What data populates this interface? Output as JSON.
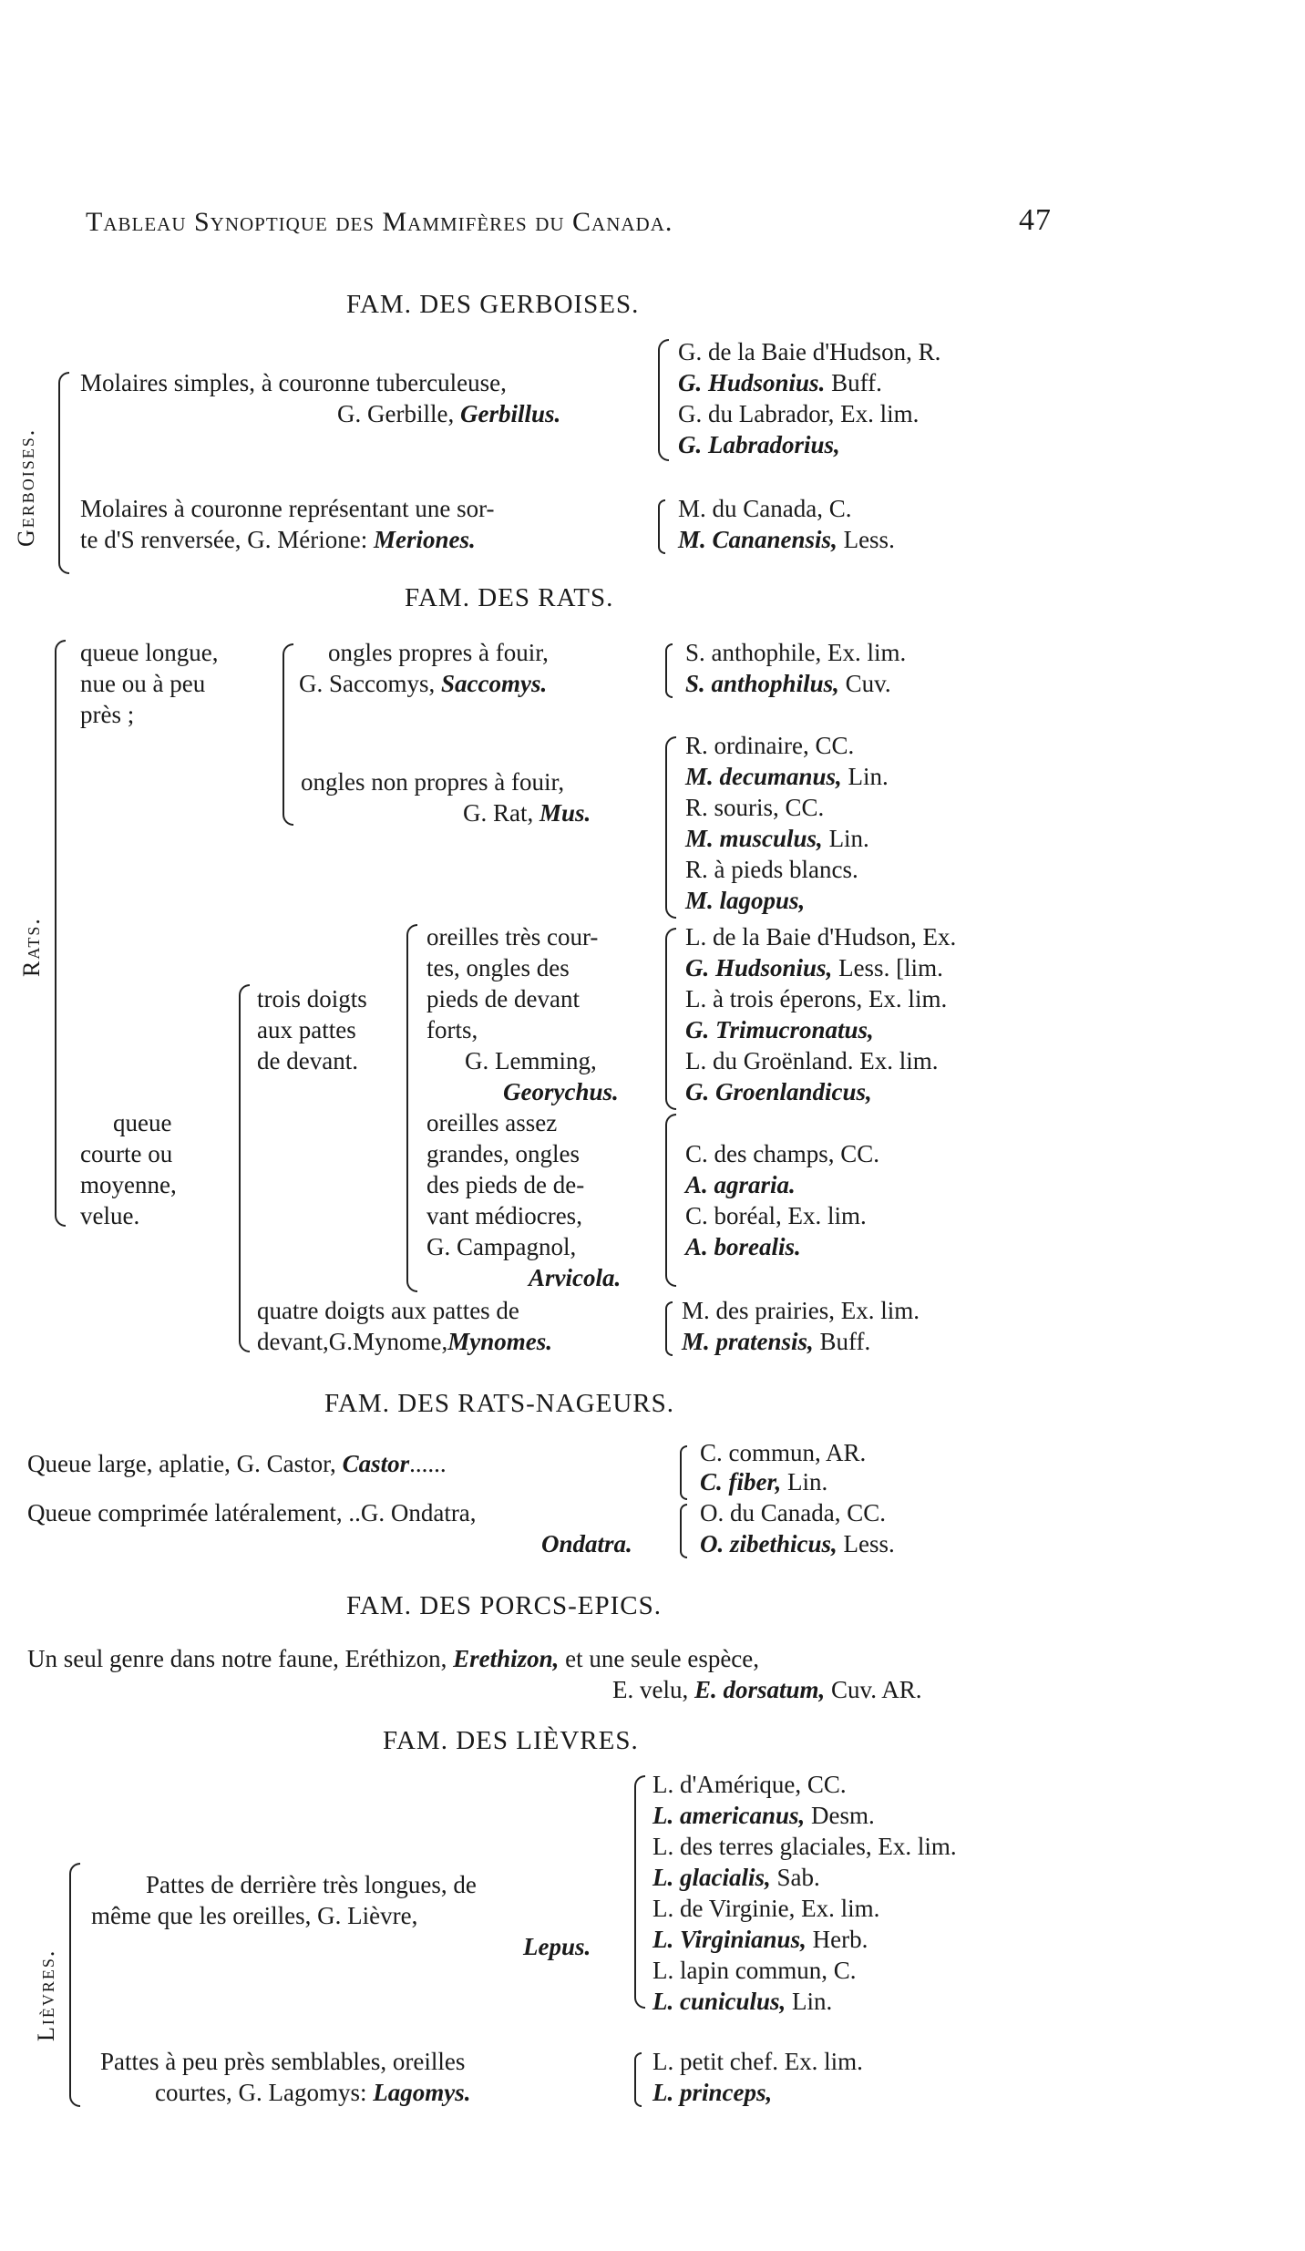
{
  "header": {
    "title": "Tableau Synoptique des Mammifères du Canada.",
    "page_number": "47"
  },
  "gerboises": {
    "heading": "FAM. DES GERBOISES.",
    "side_label": "Gerboises.",
    "g1_line1": "Molaires simples, à couronne tuberculeuse,",
    "g1_line2_pre": "G. Gerbille, ",
    "g1_line2_genus": "Gerbillus.",
    "s1": "G. de la Baie d'Hudson, R.",
    "s2": "G. Hudsonius.",
    "s2_auth": " Buff.",
    "s3": "G. du Labrador, Ex. lim.",
    "s4": "G. Labradorius,",
    "g2_line1": "Molaires à couronne représentant une sor-",
    "g2_line2_pre": "te d'S renversée, G. Mérione: ",
    "g2_line2_genus": "Meriones.",
    "s5": "M. du Canada, C.",
    "s6": "M. Cananensis,",
    "s6_auth": " Less."
  },
  "rats": {
    "heading": "FAM. DES RATS.",
    "side_label": "Rats.",
    "ql_1": "queue longue,",
    "ql_2": "nue ou à peu",
    "ql_3": "près ;",
    "o1_1": "ongles propres à fouir,",
    "o1_2_pre": "G. Saccomys, ",
    "o1_2_genus": "Saccomys.",
    "sa1": "S. anthophile, Ex. lim.",
    "sa2": "S. anthophilus,",
    "sa2_auth": " Cuv.",
    "o2_1": "ongles non propres à fouir,",
    "o2_2_pre": "G. Rat, ",
    "o2_2_genus": "Mus.",
    "m1": "R. ordinaire, CC.",
    "m2": "M. decumanus,",
    "m2_auth": " Lin.",
    "m3": "R. souris, CC.",
    "m4": "M. musculus,",
    "m4_auth": " Lin.",
    "m5": "R. à pieds blancs.",
    "m6": "M. lagopus,",
    "qc_1": "queue",
    "qc_2": "courte ou",
    "qc_3": "moyenne,",
    "qc_4": "velue.",
    "td_1": "trois doigts",
    "td_2": "aux pattes",
    "td_3": "de devant.",
    "oc_1": "oreilles très cour-",
    "oc_2": "tes, ongles des",
    "oc_3": "pieds de devant",
    "oc_4": "forts,",
    "oc_5": "G. Lemming,",
    "oc_6": "Georychus.",
    "l1": "L. de la Baie d'Hudson, Ex.",
    "l2": "G. Hudsonius,",
    "l2_auth": " Less. [lim.",
    "l3": "L. à trois éperons, Ex. lim.",
    "l4": "G. Trimucronatus,",
    "l5": "L. du Groënland. Ex. lim.",
    "l6": "G. Groenlandicus,",
    "oa_1": "oreilles assez",
    "oa_2": "grandes, ongles",
    "oa_3": "des pieds de de-",
    "oa_4": "vant médiocres,",
    "oa_5": "G. Campagnol,",
    "oa_6": "Arvicola.",
    "c1": "C. des champs, CC.",
    "c2": "A. agraria.",
    "c3": "C. boréal, Ex. lim.",
    "c4": "A. borealis.",
    "qd_1": "quatre doigts aux pattes de",
    "qd_2_pre": "devant,G.Mynome,",
    "qd_2_genus": "Mynomes.",
    "my1": "M. des prairies, Ex. lim.",
    "my2": "M. pratensis,",
    "my2_auth": " Buff."
  },
  "ratsnageurs": {
    "heading": "FAM. DES RATS-NAGEURS.",
    "r1_pre": "Queue large, aplatie, G. Castor, ",
    "r1_genus": "Castor",
    "r1_dots": "......",
    "c1": "C. commun, AR.",
    "c2": "C. fiber,",
    "c2_auth": " Lin.",
    "r2": "Queue comprimée latéralement, ..G. Ondatra,",
    "r2_genus": "Ondatra.",
    "o1": "O. du Canada, CC.",
    "o2": "O. zibethicus,",
    "o2_auth": " Less."
  },
  "porcsepics": {
    "heading": "FAM. DES PORCS-EPICS.",
    "line1_pre": "Un seul genre dans notre faune, Eréthizon, ",
    "line1_genus": "Erethizon,",
    "line1_post": " et une seule espèce,",
    "line2_pre": "E. velu, ",
    "line2_sp": "E. dorsatum,",
    "line2_post": " Cuv. AR."
  },
  "lievres": {
    "heading": "FAM. DES LIÈVRES.",
    "side_label": "Lièvres.",
    "p1_1": "Pattes de derrière très longues, de",
    "p1_2": "même que les oreilles, G. Lièvre,",
    "p1_3": "Lepus.",
    "s1": "L. d'Amérique, CC.",
    "s2": "L. americanus,",
    "s2_auth": " Desm.",
    "s3": "L. des terres glaciales, Ex. lim.",
    "s4": "L. glacialis,",
    "s4_auth": " Sab.",
    "s5": "L. de Virginie, Ex. lim.",
    "s6": "L. Virginianus,",
    "s6_auth": " Herb.",
    "s7": "L. lapin commun, C.",
    "s8": "L. cuniculus,",
    "s8_auth": " Lin.",
    "p2_1": "Pattes à peu près semblables, oreilles",
    "p2_2_pre": "courtes, G. Lagomys: ",
    "p2_2_genus": "Lagomys.",
    "s9": "L. petit chef. Ex. lim.",
    "s10": "L. princeps,"
  }
}
